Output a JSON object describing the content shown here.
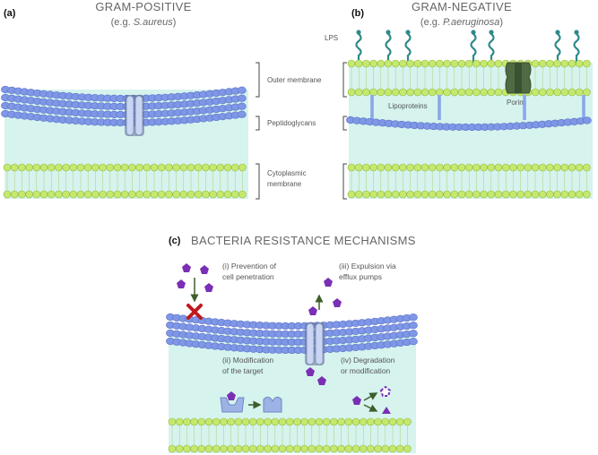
{
  "panel_a": {
    "label": "(a)",
    "title": "GRAM-POSITIVE",
    "example_prefix": "(e.g. ",
    "example_species": "S.aureus",
    "example_suffix": ")"
  },
  "panel_b": {
    "label": "(b)",
    "title": "GRAM-NEGATIVE",
    "example_prefix": "(e.g. ",
    "example_species": "P.aeruginosa",
    "example_suffix": ")",
    "lps": "LPS",
    "lipoproteins": "Lipoproteins",
    "porin": "Porin"
  },
  "layers": {
    "outer_membrane": "Outer membrane",
    "peptidoglycans": "Peptidoglycans",
    "cytoplasmic_1": "Cytoplasmic",
    "cytoplasmic_2": "membrane"
  },
  "panel_c": {
    "label": "(c)",
    "title": "BACTERIA RESISTANCE MECHANISMS",
    "m1_l1": "(i) Prevention of",
    "m1_l2": "cell penetration",
    "m2_l1": "(ii) Modification",
    "m2_l2": "of the target",
    "m3_l1": "(iii) Expulsion via",
    "m3_l2": "efflux pumps",
    "m4_l1": "(iv) Degradation",
    "m4_l2": "or modification"
  },
  "colors": {
    "membrane_fill": "#d6f3ee",
    "bead_blue": "#7f97e6",
    "bead_blue_stroke": "#5a72c7",
    "bead_green": "#c5e86e",
    "bead_green_stroke": "#8fb83a",
    "lps": "#2f8a8a",
    "porin": "#4f6b43",
    "drug": "#7a2fb5",
    "block": "#c0181f",
    "arrow": "#3d5e2a"
  }
}
